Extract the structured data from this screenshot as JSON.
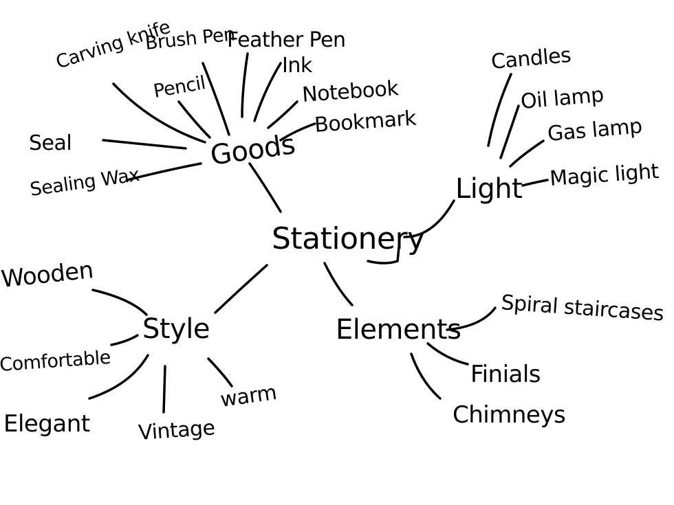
{
  "mindmap": {
    "center": "Stationery",
    "branches": {
      "goods": {
        "label": "Goods",
        "leaves": [
          "Carving knife",
          "Brush Pen",
          "Pencil",
          "Feather Pen",
          "Ink",
          "Notebook",
          "Bookmark",
          "Seal",
          "Sealing Wax"
        ]
      },
      "light": {
        "label": "Light",
        "leaves": [
          "Candles",
          "Oil lamp",
          "Gas lamp",
          "Magic light"
        ]
      },
      "style": {
        "label": "Style",
        "leaves": [
          "Wooden",
          "Comfortable",
          "Elegant",
          "Vintage",
          "warm"
        ]
      },
      "elements": {
        "label": "Elements",
        "leaves": [
          "Spiral staircases",
          "Finials",
          "Chimneys"
        ]
      }
    }
  },
  "ink_color": "#000000",
  "background_color": "#ffffff"
}
